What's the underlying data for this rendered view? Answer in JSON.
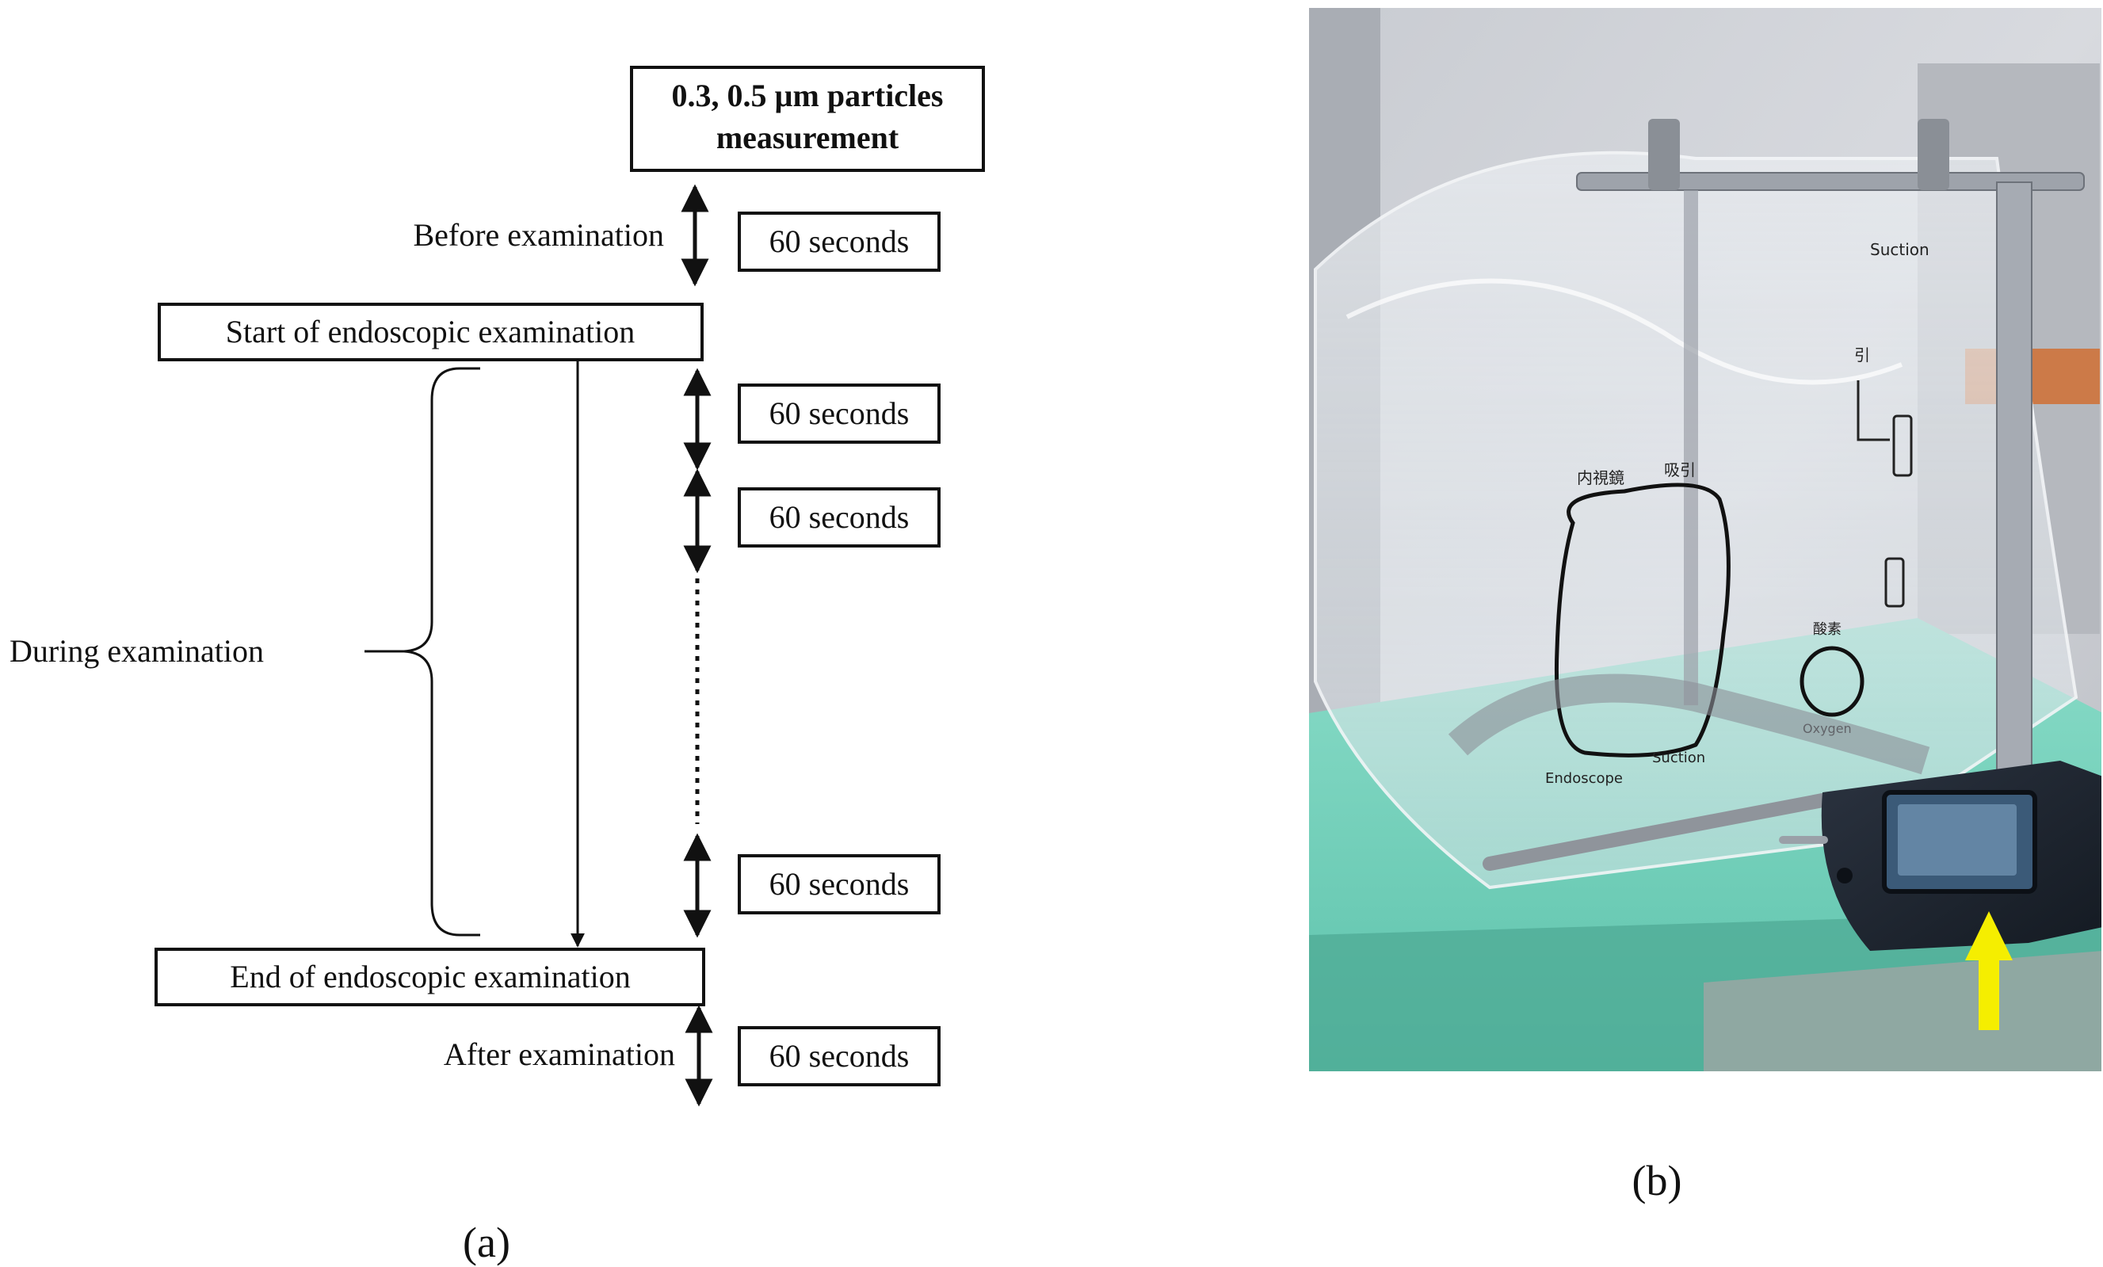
{
  "panel_a": {
    "top_box": [
      "0.3, 0.5 µm particles",
      "measurement"
    ],
    "phase_before": "Before examination",
    "start_box": "Start of endoscopic examination",
    "phase_during": "During examination",
    "end_box": "End of endoscopic examination",
    "phase_after": "After examination",
    "interval_labels": [
      "60 seconds",
      "60 seconds",
      "60 seconds",
      "60 seconds",
      "60 seconds"
    ],
    "caption": "(a)"
  },
  "panel_b": {
    "bag_labels": {
      "endoscope_jp": "内視鏡",
      "suction_jp": "吸引",
      "endoscope_en": "Endoscope",
      "suction_en": "Suction",
      "oxygen_jp": "酸素",
      "oxygen_en": "Oxygen",
      "suction_top": "Suction",
      "pull_jp": "引"
    },
    "caption": "(b)"
  },
  "colors": {
    "line": "#111111",
    "arrow_highlight": "#f5ee00",
    "drape": "#6fd1bb"
  }
}
